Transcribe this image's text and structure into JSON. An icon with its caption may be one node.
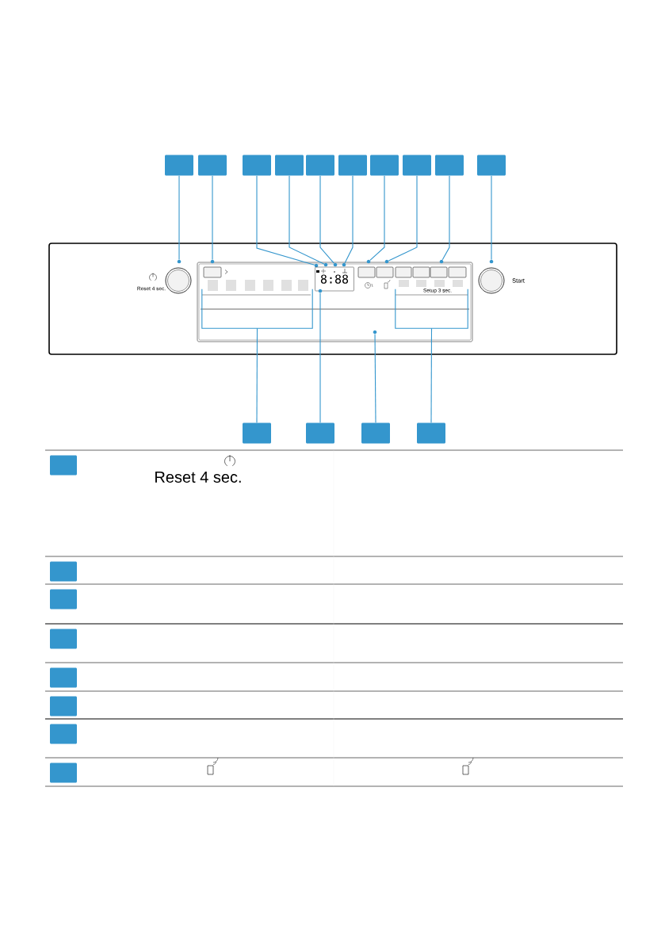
{
  "diagram": {
    "nodes": [
      {
        "text": [],
        "shape": "box"
      },
      {
        "text": [],
        "shape": "box"
      },
      {
        "text": [],
        "shape": "box"
      },
      {
        "text": [],
        "shape": "box"
      },
      {
        "text": [],
        "shape": "box"
      },
      {
        "text": [],
        "shape": "box"
      },
      {
        "text": [],
        "shape": "box"
      },
      {
        "text": [],
        "shape": "box"
      },
      {
        "text": [],
        "shape": "box"
      },
      {
        "text": [],
        "shape": "box"
      },
      {
        "text": [],
        "shape": "circle"
      },
      {
        "text": [],
        "shape": "circle"
      },
      {
        "text": [],
        "shape": "circle"
      },
      {
        "text": [],
        "shape": "circle"
      },
      {
        "text": [],
        "shape": "circle"
      },
      {
        "text": [],
        "shape": "circle"
      },
      {
        "text": [],
        "shape": "circle"
      },
      {
        "text": [],
        "shape": "circle"
      },
      {
        "text": [],
        "shape": "circle"
      },
      {
        "text": [],
        "shape": "circle"
      },
      {
        "text": [
          "8:88"
        ]
      },
      {
        "text": [],
        "shape": "bracket"
      },
      {
        "text": [],
        "shape": "bracket"
      },
      {
        "text": [],
        "shape": "circle"
      },
      {
        "text": [],
        "shape": "circle"
      },
      {
        "text": [],
        "shape": "box"
      },
      {
        "text": [],
        "shape": "box"
      },
      {
        "text": [],
        "shape": "box"
      },
      {
        "text": [],
        "shape": "box"
      },
      {
        "text": [],
        "shape": "box"
      },
      {
        "text": [],
        "shape": "box"
      },
      {
        "text": [],
        "shape": "box"
      },
      {
        "text": [],
        "shape": "box"
      },
      {
        "text": [],
        "shape": "box"
      },
      {
        "text": [],
        "shape": "box"
      },
      {
        "text": [],
        "shape": "box"
      },
      {
        "text": [],
        "shape": "box"
      }
    ],
    "edges": [
      {
        "from": 0,
        "to": 10,
        "arrow": "none"
      },
      {
        "from": 1,
        "to": 11,
        "arrow": "none"
      },
      {
        "from": 2,
        "to": 12,
        "arrow": "none"
      },
      {
        "from": 3,
        "to": 13,
        "arrow": "none"
      },
      {
        "from": 4,
        "to": 14,
        "arrow": "none"
      },
      {
        "from": 5,
        "to": 15,
        "arrow": "none"
      },
      {
        "from": 6,
        "to": 16,
        "arrow": "none"
      },
      {
        "from": 7,
        "to": 17,
        "arrow": "none"
      },
      {
        "from": 8,
        "to": 18,
        "arrow": "none"
      },
      {
        "from": 9,
        "to": 19,
        "arrow": "none"
      },
      {
        "from": 25,
        "to": 21,
        "arrow": "none"
      },
      {
        "from": 26,
        "to": 23,
        "arrow": "none"
      },
      {
        "from": 27,
        "to": 24,
        "arrow": "none"
      },
      {
        "from": 28,
        "to": 22,
        "arrow": "none"
      }
    ],
    "labels": [
      "Reset 4 sec.",
      "Setup 3 sec.",
      "Start",
      "Reset 4 sec."
    ]
  }
}
